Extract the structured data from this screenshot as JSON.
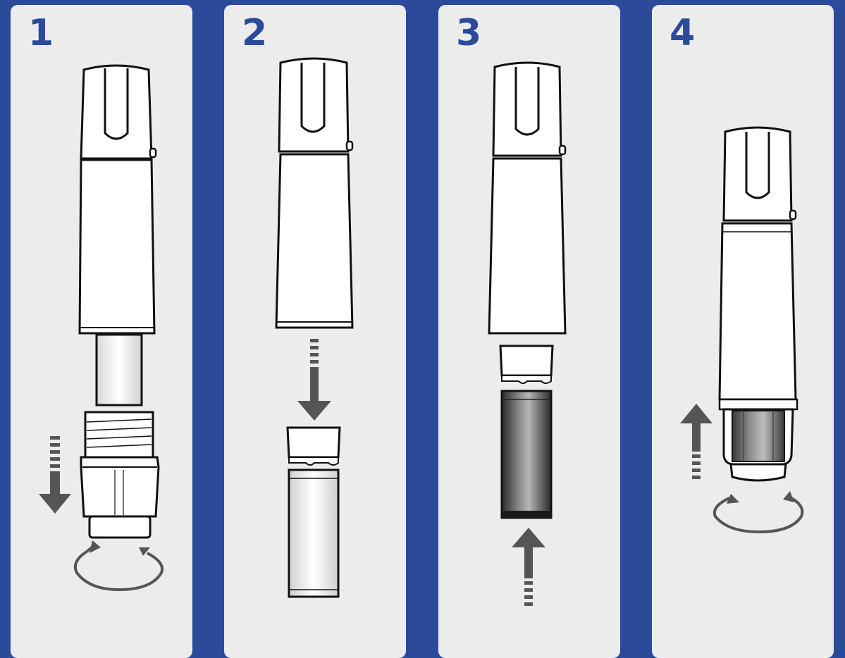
{
  "colors": {
    "frame": "#2b4a9a",
    "panel": "#ececec",
    "outline": "#111111",
    "arrow": "#555555"
  },
  "steps": [
    {
      "number": "1",
      "action": "unscrew-cap-down"
    },
    {
      "number": "2",
      "action": "insert-refill-down"
    },
    {
      "number": "3",
      "action": "push-refill-up"
    },
    {
      "number": "4",
      "action": "screw-cap-up"
    }
  ]
}
